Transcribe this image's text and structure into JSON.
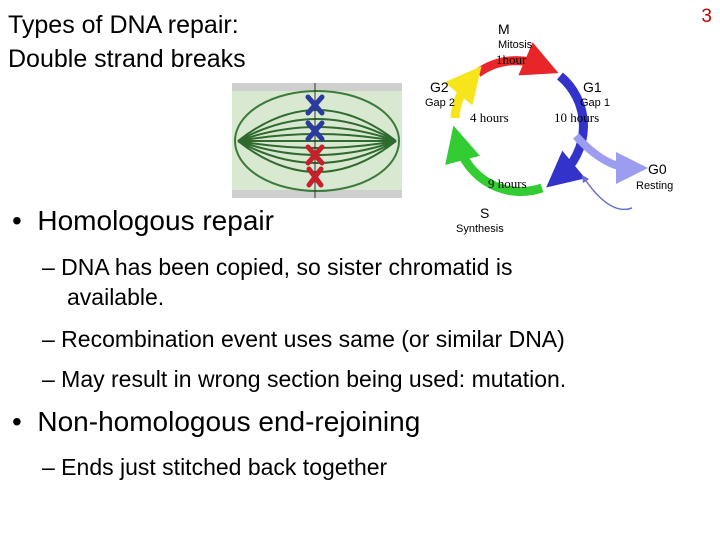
{
  "slide_number": "3",
  "title": {
    "line1": "Types of DNA repair:",
    "line2": "Double strand breaks"
  },
  "cycle": {
    "m": "M",
    "m_sub": "Mitosis",
    "m_time": "1hour",
    "g1": "G1",
    "g1_sub": "Gap 1",
    "g1_time": "10 hours",
    "g0": "G0",
    "g0_sub": "Resting",
    "s": "S",
    "s_sub": "Synthesis",
    "s_time": "9 hours",
    "g2": "G2",
    "g2_sub": "Gap 2",
    "g2_time": "4 hours",
    "colors": {
      "m": "#e8262a",
      "g1": "#3333cc",
      "g0": "#9c9cf0",
      "s": "#33cc33",
      "g2": "#f5e51a"
    }
  },
  "bullets": [
    {
      "text": "Homologous repair",
      "sub": [
        {
          "line1": "– DNA has been copied, so sister chromatid is",
          "line2": "available."
        },
        {
          "line1": "– Recombination event uses same (or similar DNA)"
        },
        {
          "line1": "– May result in wrong section being used: mutation."
        }
      ]
    },
    {
      "text": "Non-homologous end-rejoining",
      "sub": [
        {
          "line1": "– Ends just stitched back together"
        }
      ]
    }
  ]
}
